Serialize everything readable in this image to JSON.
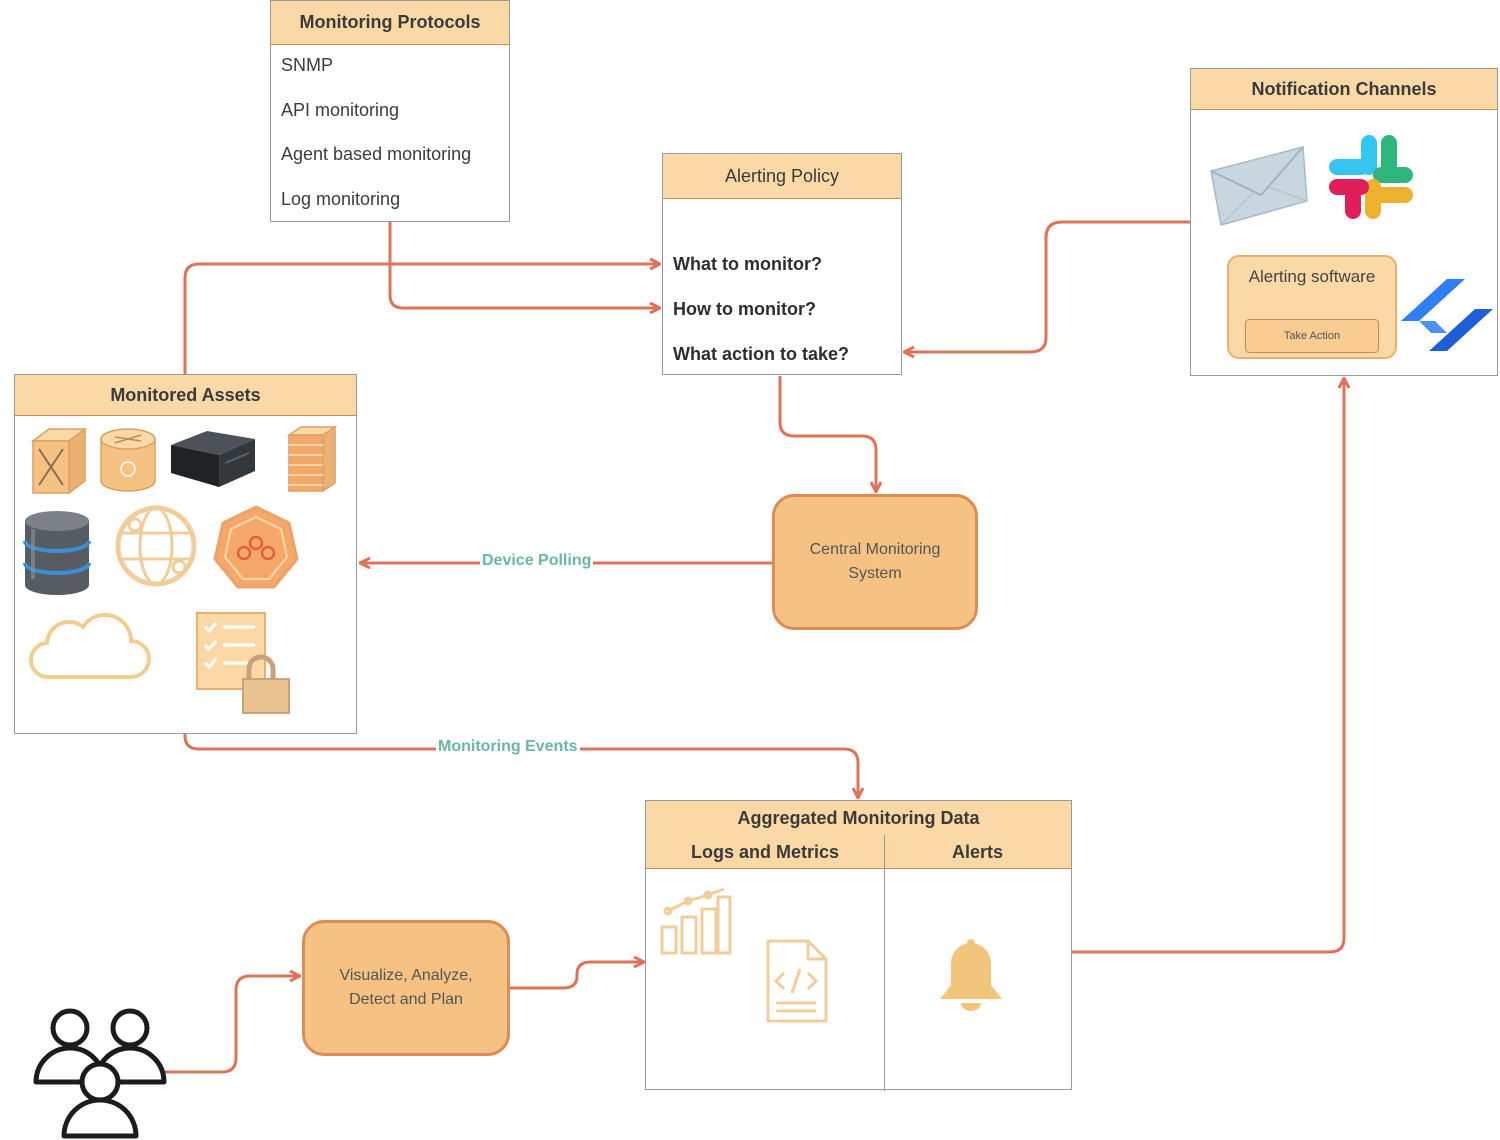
{
  "protocols": {
    "title": "Monitoring Protocols",
    "items": [
      "SNMP",
      "API monitoring",
      "Agent based monitoring",
      "Log monitoring"
    ]
  },
  "policy": {
    "title": "Alerting Policy",
    "questions": [
      "What to monitor?",
      "How to monitor?",
      "What action to take?"
    ]
  },
  "notification": {
    "title": "Notification Channels",
    "software_label": "Alerting software",
    "action_button": "Take Action"
  },
  "assets": {
    "title": "Monitored Assets"
  },
  "central": {
    "label": "Central Monitoring\nSystem"
  },
  "visualize": {
    "label": "Visualize, Analyze,\nDetect and Plan"
  },
  "aggregated": {
    "title": "Aggregated Monitoring Data",
    "col_logs": "Logs and Metrics",
    "col_alerts": "Alerts"
  },
  "edges": {
    "polling": "Device Polling",
    "events": "Monitoring Events"
  },
  "colors": {
    "arrow": "#dd7358",
    "header_fill": "#fbd9a6",
    "box_fill": "#f6c283",
    "box_border": "#dc8c56",
    "edge_label": "#6bb5aa"
  }
}
